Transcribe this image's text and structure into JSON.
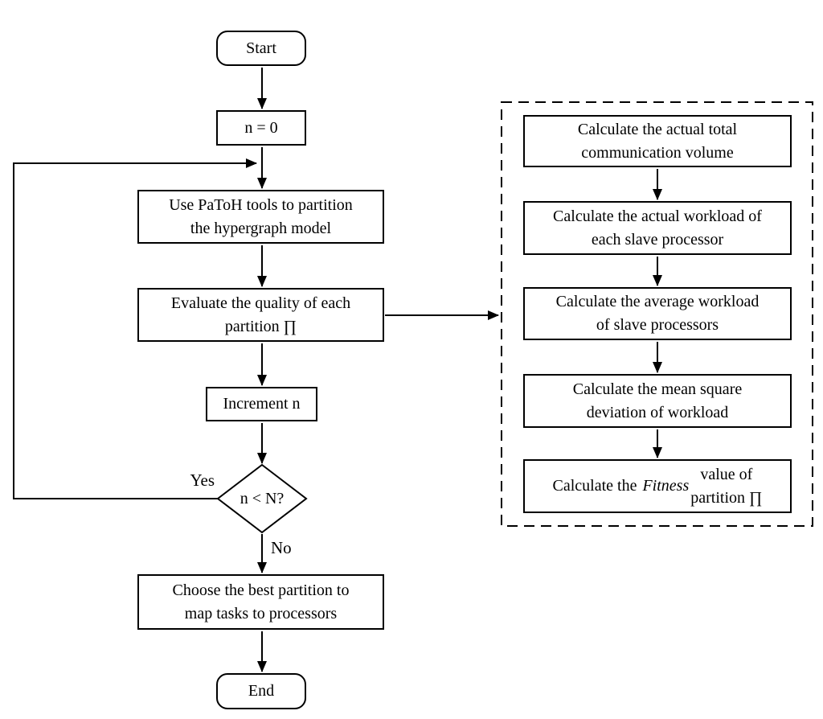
{
  "diagram": {
    "colors": {
      "stroke": "#000000",
      "background": "#ffffff",
      "text": "#000000"
    },
    "nodes": {
      "start": {
        "label": "Start"
      },
      "init": {
        "label": "n = 0"
      },
      "partition": {
        "label": "Use PaToH tools to partition\nthe hypergraph model"
      },
      "evaluate": {
        "label": "Evaluate the quality of each\npartition ∏"
      },
      "increment": {
        "label": "Increment n"
      },
      "decision": {
        "label": "n < N?"
      },
      "choose": {
        "label": "Choose the best partition to\nmap tasks to processors"
      },
      "end": {
        "label": "End"
      }
    },
    "edge_labels": {
      "yes": "Yes",
      "no": "No"
    },
    "subroutine": {
      "steps": [
        "Calculate the actual total\ncommunication volume",
        "Calculate the actual workload of\neach slave processor",
        "Calculate the average workload\nof slave processors",
        "Calculate the mean square\ndeviation of workload"
      ],
      "fitness_step": {
        "pre": "Calculate the",
        "em": "Fitness",
        "post": " value of\npartition ∏"
      }
    }
  }
}
